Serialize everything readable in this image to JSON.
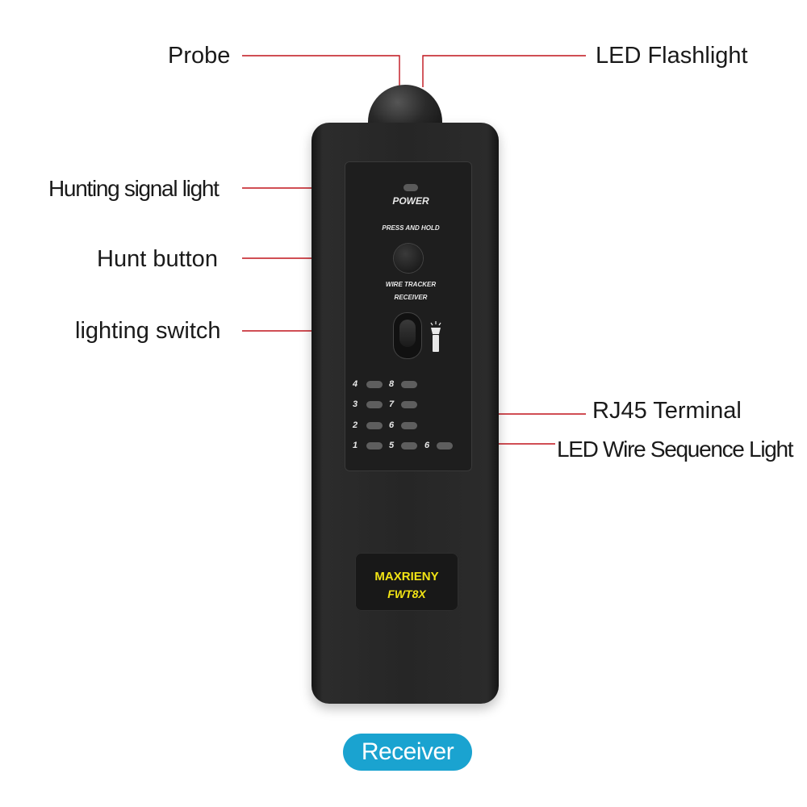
{
  "callouts": {
    "probe": "Probe",
    "led_flashlight": "LED Flashlight",
    "hunting_signal_light": "Hunting signal light",
    "hunt_button": "Hunt button",
    "lighting_switch": "lighting switch",
    "rj45_terminal": "RJ45 Terminal",
    "led_wire_sequence_light": "LED Wire Sequence Light"
  },
  "device": {
    "power_label": "POWER",
    "press_hold_label": "PRESS AND HOLD",
    "wire_tracker_label": "WIRE TRACKER",
    "receiver_label": "RECEIVER",
    "led_numbers_left": [
      "4",
      "3",
      "2",
      "1"
    ],
    "led_numbers_right": [
      "8",
      "7",
      "6",
      "5"
    ],
    "led_extra_number": "6",
    "brand": "MAXRIENY",
    "model": "FWT8X"
  },
  "caption": "Receiver",
  "colors": {
    "leader_line": "#c0141c",
    "brand_text": "#f2e414",
    "caption_pill": "#1aa3d0"
  }
}
